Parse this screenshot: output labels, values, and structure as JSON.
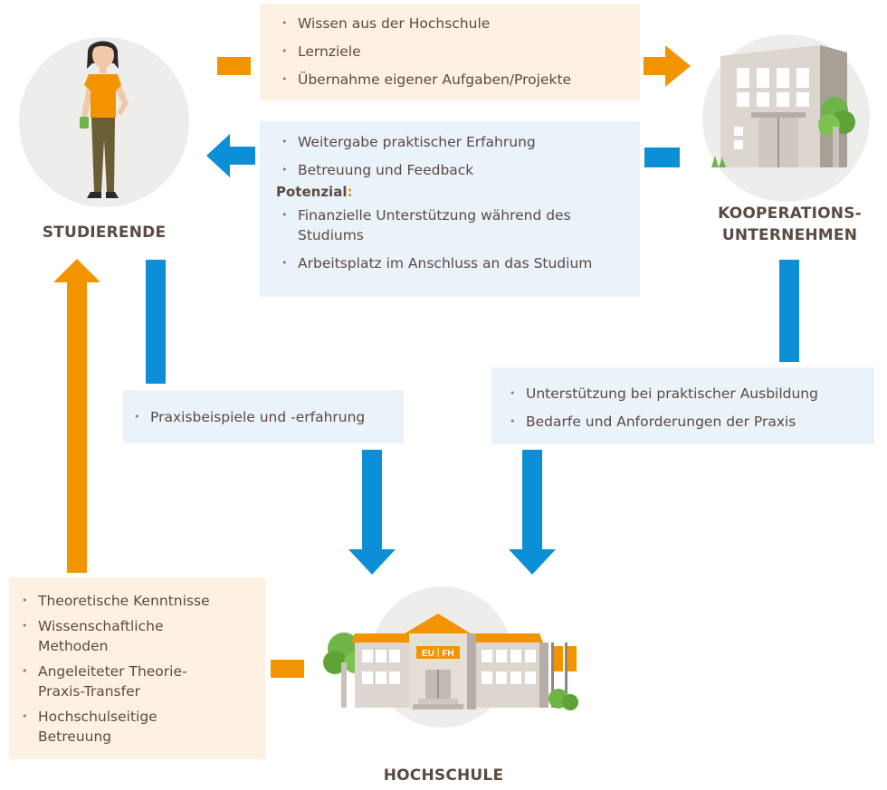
{
  "nodes": {
    "studierende": "STUDIERENDE",
    "kooperation_line1": "KOOPERATIONS-",
    "kooperation_line2": "UNTERNEHMEN",
    "hochschule": "HOCHSCHULE"
  },
  "logo": {
    "left": "EU",
    "right": "FH"
  },
  "box_student_to_company": {
    "items": [
      "Wissen aus der Hochschule",
      "Lernziele",
      "Übernahme eigener Aufgaben/Projekte"
    ]
  },
  "box_company_to_student": {
    "items": [
      "Weitergabe praktischer Erfahrung",
      "Betreuung und Feedback"
    ],
    "potential_label": "Potenzial",
    "potential_colon": ":",
    "potential_items": [
      "Finanzielle Unterstützung während des Studiums",
      "Arbeitsplatz im Anschluss an das Studium"
    ]
  },
  "box_student_to_school": {
    "items": [
      "Praxisbeispiele und -erfahrung"
    ]
  },
  "box_company_to_school": {
    "items": [
      "Unterstützung bei praktischer Ausbildung",
      "Bedarfe und Anforderungen der Praxis"
    ]
  },
  "box_school_to_student": {
    "items": [
      "Theoretische Kenntnisse",
      "Wissenschaftliche Methoden",
      "Angeleiteter Theorie-Praxis-Transfer",
      "Hochschulseitige Betreuung"
    ]
  },
  "colors": {
    "orange": "#f29400",
    "blue": "#0c8fd6",
    "text": "#5b4a42"
  }
}
